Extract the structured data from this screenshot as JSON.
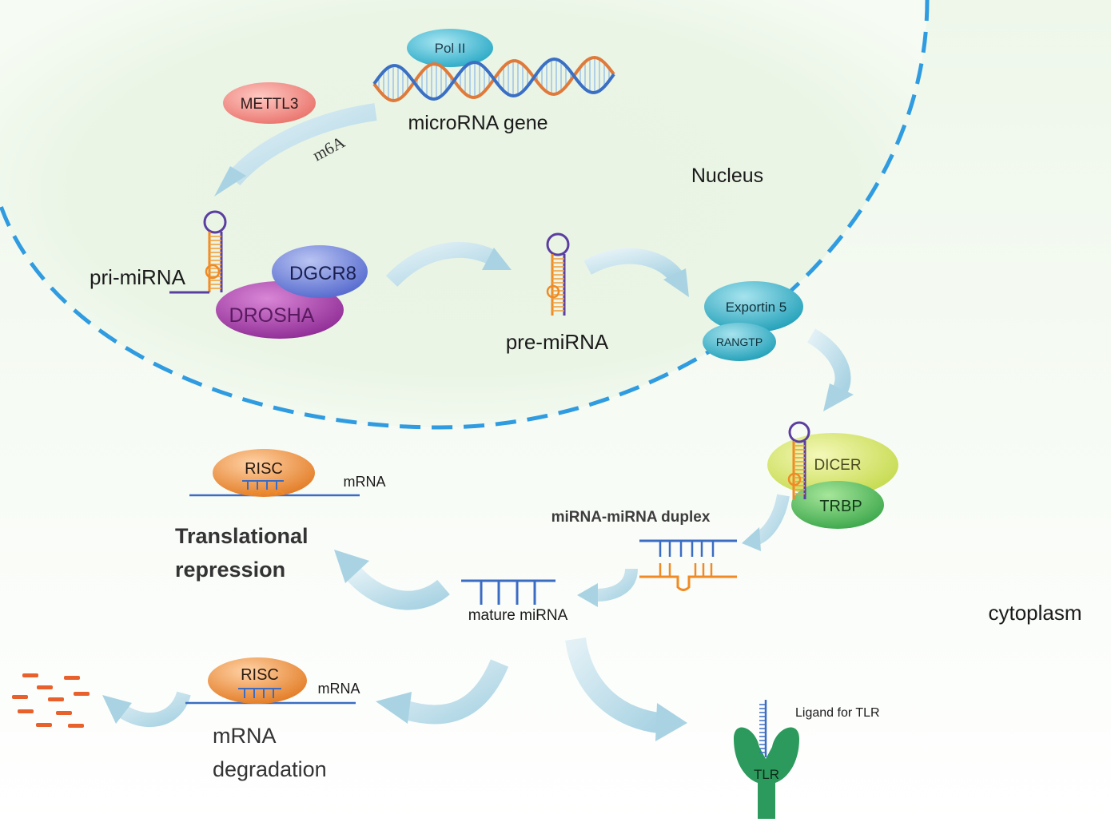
{
  "compartments": {
    "nucleus": "Nucleus",
    "cytoplasm": "cytoplasm"
  },
  "proteins": {
    "pol2": "Pol II",
    "mettl3": "METTL3",
    "dgcr8": "DGCR8",
    "drosha": "DROSHA",
    "exportin5": "Exportin 5",
    "rangtp": "RANGTP",
    "dicer": "DICER",
    "trbp": "TRBP",
    "risc_repression": "RISC",
    "risc_degradation": "RISC",
    "tlr": "TLR"
  },
  "labels": {
    "microrna_gene": "microRNA gene",
    "m6a": "m6A",
    "pri_mirna": "pri-miRNA",
    "pre_mirna": "pre-miRNA",
    "duplex": "miRNA-miRNA duplex",
    "mature": "mature miRNA",
    "mrna_repression": "mRNA",
    "mrna_degradation": "mRNA",
    "translational_repression_1": "Translational",
    "translational_repression_2": "repression",
    "mrna_degradation_1": "mRNA",
    "mrna_degradation_2": "degradation",
    "ligand_tlr": "Ligand for TLR"
  },
  "colors": {
    "nucleus_fill": "#e6f3e1",
    "membrane": "#2f9be0",
    "arrow": "#b7dbe8",
    "rna_blue": "#3b6cc4",
    "rna_orange": "#f08a24",
    "rna_purple": "#5b3fa0",
    "tlr_green": "#2b9a5c"
  }
}
